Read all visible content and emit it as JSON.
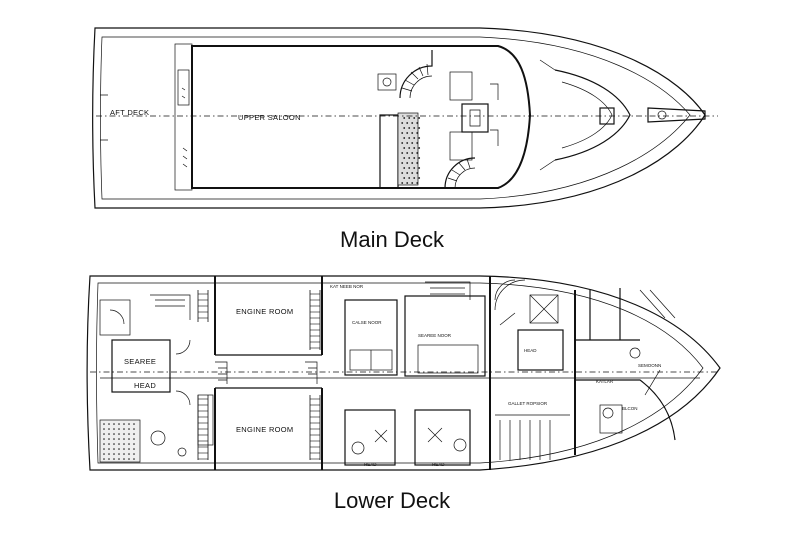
{
  "main_deck": {
    "title": "Main Deck",
    "labels": {
      "aft_deck": "AFT DECK",
      "upper_saloon": "UPPER SALOON"
    }
  },
  "lower_deck": {
    "title": "Lower Deck",
    "labels": {
      "engine_room_top": "ENGINE ROOM",
      "engine_room_bottom": "ENGINE ROOM",
      "head_aft": "HEAD",
      "head_mid": "HEAD",
      "head_bottom_left": "HEAD",
      "head_bottom_right": "HEAD",
      "stateroom_aft": "SEAREE",
      "stateroom_mid": "SEAREE NOOR",
      "guest_room": "CALSE NOOR",
      "top_corridor": "KAT NEEB NOR",
      "galley_area": "GALLET ROPSIOR",
      "fwd_hall": "KATLAR",
      "fwd_cabin": "BLCON",
      "fwd_room": "SEMOONN"
    }
  }
}
